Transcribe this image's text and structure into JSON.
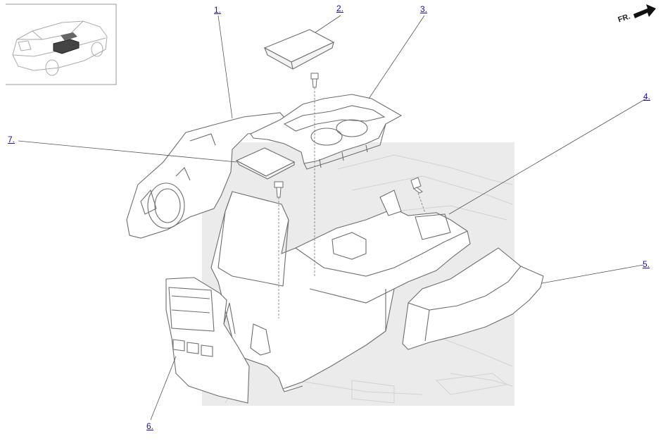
{
  "diagram": {
    "orientation_label": "FR.",
    "callouts": [
      {
        "id": "1",
        "label": "1."
      },
      {
        "id": "2",
        "label": "2."
      },
      {
        "id": "3",
        "label": "3."
      },
      {
        "id": "4",
        "label": "4."
      },
      {
        "id": "5",
        "label": "5."
      },
      {
        "id": "6",
        "label": "6."
      },
      {
        "id": "7",
        "label": "7."
      }
    ]
  },
  "colors": {
    "line": "#6e6e6e",
    "leader": "#555555",
    "link": "#1a0dab",
    "panel_fill": "#ebebeb",
    "part_fill": "#ffffff",
    "arrow": "#111111"
  }
}
